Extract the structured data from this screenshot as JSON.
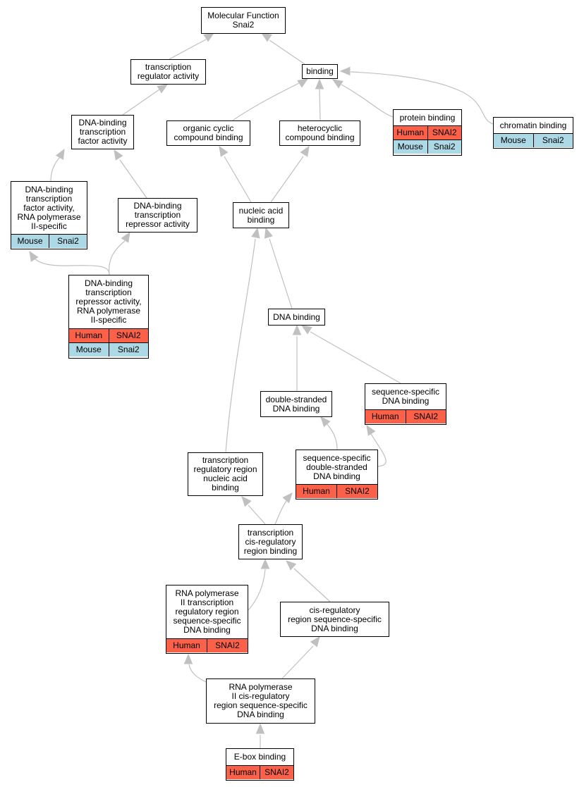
{
  "colors": {
    "human": "#fb6048",
    "mouse": "#add8e6",
    "edge": "#c0c0c0"
  },
  "nodes": {
    "mf": {
      "label": "Molecular Function\nSnai2"
    },
    "tra": {
      "label": "transcription\nregulator activity"
    },
    "binding": {
      "label": "binding"
    },
    "dbtfa": {
      "label": "DNA-binding\ntranscription\nfactor activity"
    },
    "occb": {
      "label": "organic cyclic\ncompound binding"
    },
    "hcb": {
      "label": "heterocyclic\ncompound binding"
    },
    "pb": {
      "label": "protein binding",
      "rows": [
        [
          "Human",
          "SNAI2"
        ],
        [
          "Mouse",
          "Snai2"
        ]
      ]
    },
    "cb": {
      "label": "chromatin binding",
      "rows": [
        [
          "Mouse",
          "Snai2"
        ]
      ]
    },
    "dbtfa2": {
      "label": "DNA-binding\ntranscription\nfactor activity,\nRNA polymerase\nII-specific",
      "rows": [
        [
          "Mouse",
          "Snai2"
        ]
      ]
    },
    "dbtra": {
      "label": "DNA-binding\ntranscription\nrepressor activity"
    },
    "nab": {
      "label": "nucleic acid\nbinding"
    },
    "dbtra2": {
      "label": "DNA-binding\ntranscription\nrepressor activity,\nRNA polymerase\nII-specific",
      "rows": [
        [
          "Human",
          "SNAI2"
        ],
        [
          "Mouse",
          "Snai2"
        ]
      ]
    },
    "dnab": {
      "label": "DNA binding"
    },
    "dsdb": {
      "label": "double-stranded\nDNA binding"
    },
    "ssdb": {
      "label": "sequence-specific\nDNA binding",
      "rows": [
        [
          "Human",
          "SNAI2"
        ]
      ]
    },
    "trrnab": {
      "label": "transcription\nregulatory region\nnucleic acid\nbinding"
    },
    "ssdsdb": {
      "label": "sequence-specific\ndouble-stranded\nDNA binding",
      "rows": [
        [
          "Human",
          "SNAI2"
        ]
      ]
    },
    "tcrrb": {
      "label": "transcription\ncis-regulatory\nregion binding"
    },
    "rp2": {
      "label": "RNA polymerase\nII transcription\nregulatory region\nsequence-specific\nDNA binding",
      "rows": [
        [
          "Human",
          "SNAI2"
        ]
      ]
    },
    "crr": {
      "label": "cis-regulatory\nregion sequence-specific\nDNA binding"
    },
    "rp2cr": {
      "label": "RNA polymerase\nII cis-regulatory\nregion sequence-specific\nDNA binding"
    },
    "ebox": {
      "label": "E-box binding",
      "rows": [
        [
          "Human",
          "SNAI2"
        ]
      ]
    }
  }
}
